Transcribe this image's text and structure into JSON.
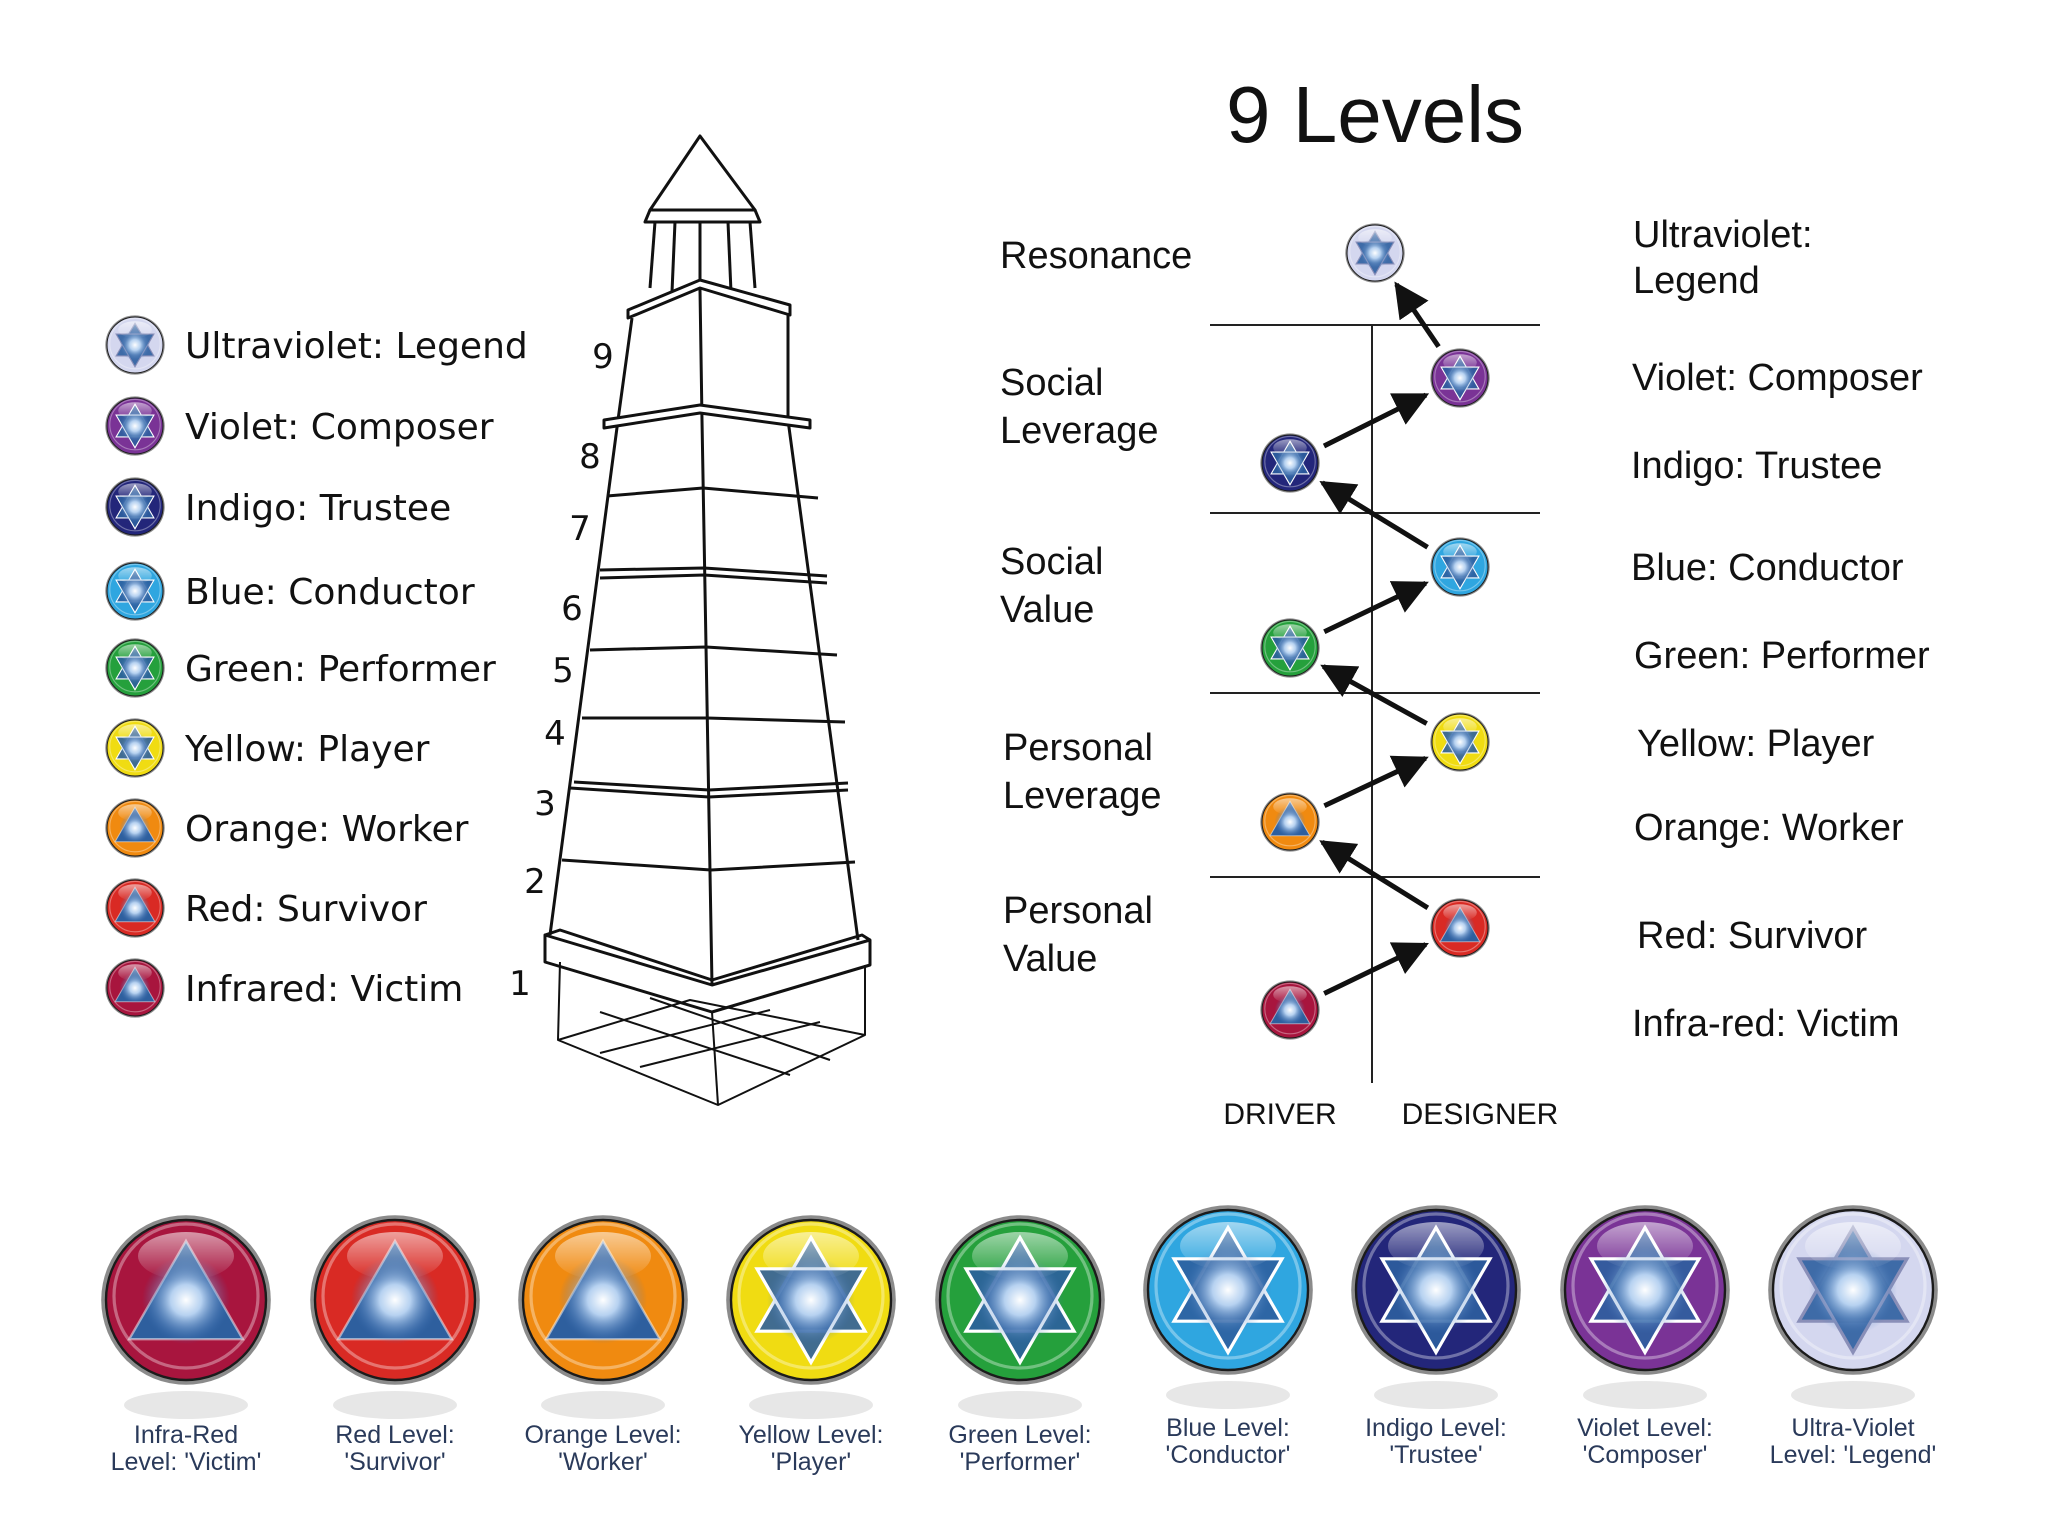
{
  "title": "9 Levels",
  "colors": {
    "infrared": "#a8153e",
    "red": "#d92a24",
    "orange": "#f08a10",
    "yellow": "#f0dc12",
    "green": "#25a03c",
    "blue": "#2fa6e0",
    "indigo": "#23267a",
    "violet": "#7a3396",
    "ultraviolet": "#d4d7ef",
    "core": "#2e5f9e",
    "line": "#111111"
  },
  "legend_left": [
    {
      "label": "Ultraviolet: Legend",
      "level": "ultraviolet",
      "star": true
    },
    {
      "label": "Violet: Composer",
      "level": "violet",
      "star": true
    },
    {
      "label": "Indigo: Trustee",
      "level": "indigo",
      "star": true
    },
    {
      "label": "Blue: Conductor",
      "level": "blue",
      "star": true
    },
    {
      "label": "Green: Performer",
      "level": "green",
      "star": true
    },
    {
      "label": "Yellow: Player",
      "level": "yellow",
      "star": true
    },
    {
      "label": "Orange: Worker",
      "level": "orange",
      "star": false
    },
    {
      "label": "Red: Survivor",
      "level": "red",
      "star": false
    },
    {
      "label": "Infrared: Victim",
      "level": "infrared",
      "star": false
    }
  ],
  "tower": {
    "numbers": [
      "1",
      "2",
      "3",
      "4",
      "5",
      "6",
      "7",
      "8",
      "9"
    ]
  },
  "ladder": {
    "groups": [
      {
        "line1": "Resonance",
        "line2": ""
      },
      {
        "line1": "Social",
        "line2": "Leverage"
      },
      {
        "line1": "Social",
        "line2": "Value"
      },
      {
        "line1": "Personal",
        "line2": "Leverage"
      },
      {
        "line1": "Personal",
        "line2": "Value"
      }
    ],
    "columns": {
      "driver": "DRIVER",
      "designer": "DESIGNER"
    },
    "right_labels": [
      {
        "line1": "Ultraviolet:",
        "line2": "Legend"
      },
      {
        "line1": "Violet: Composer",
        "line2": ""
      },
      {
        "line1": "Indigo: Trustee",
        "line2": ""
      },
      {
        "line1": "Blue: Conductor",
        "line2": ""
      },
      {
        "line1": "Green: Performer",
        "line2": ""
      },
      {
        "line1": "Yellow: Player",
        "line2": ""
      },
      {
        "line1": "Orange: Worker",
        "line2": ""
      },
      {
        "line1": "Red: Survivor",
        "line2": ""
      },
      {
        "line1": "Infra-red: Victim",
        "line2": ""
      }
    ]
  },
  "bottom_row": [
    {
      "line1": "Infra-Red",
      "line2": "Level: 'Victim'",
      "level": "infrared",
      "star": false
    },
    {
      "line1": "Red Level:",
      "line2": "'Survivor'",
      "level": "red",
      "star": false
    },
    {
      "line1": "Orange Level:",
      "line2": "'Worker'",
      "level": "orange",
      "star": false
    },
    {
      "line1": "Yellow Level:",
      "line2": "'Player'",
      "level": "yellow",
      "star": true
    },
    {
      "line1": "Green Level:",
      "line2": "'Performer'",
      "level": "green",
      "star": true
    },
    {
      "line1": "Blue Level:",
      "line2": "'Conductor'",
      "level": "blue",
      "star": true
    },
    {
      "line1": "Indigo Level:",
      "line2": "'Trustee'",
      "level": "indigo",
      "star": true
    },
    {
      "line1": "Violet Level:",
      "line2": "'Composer'",
      "level": "violet",
      "star": true
    },
    {
      "line1": "Ultra-Violet",
      "line2": "Level: 'Legend'",
      "level": "ultraviolet",
      "star": true
    }
  ]
}
